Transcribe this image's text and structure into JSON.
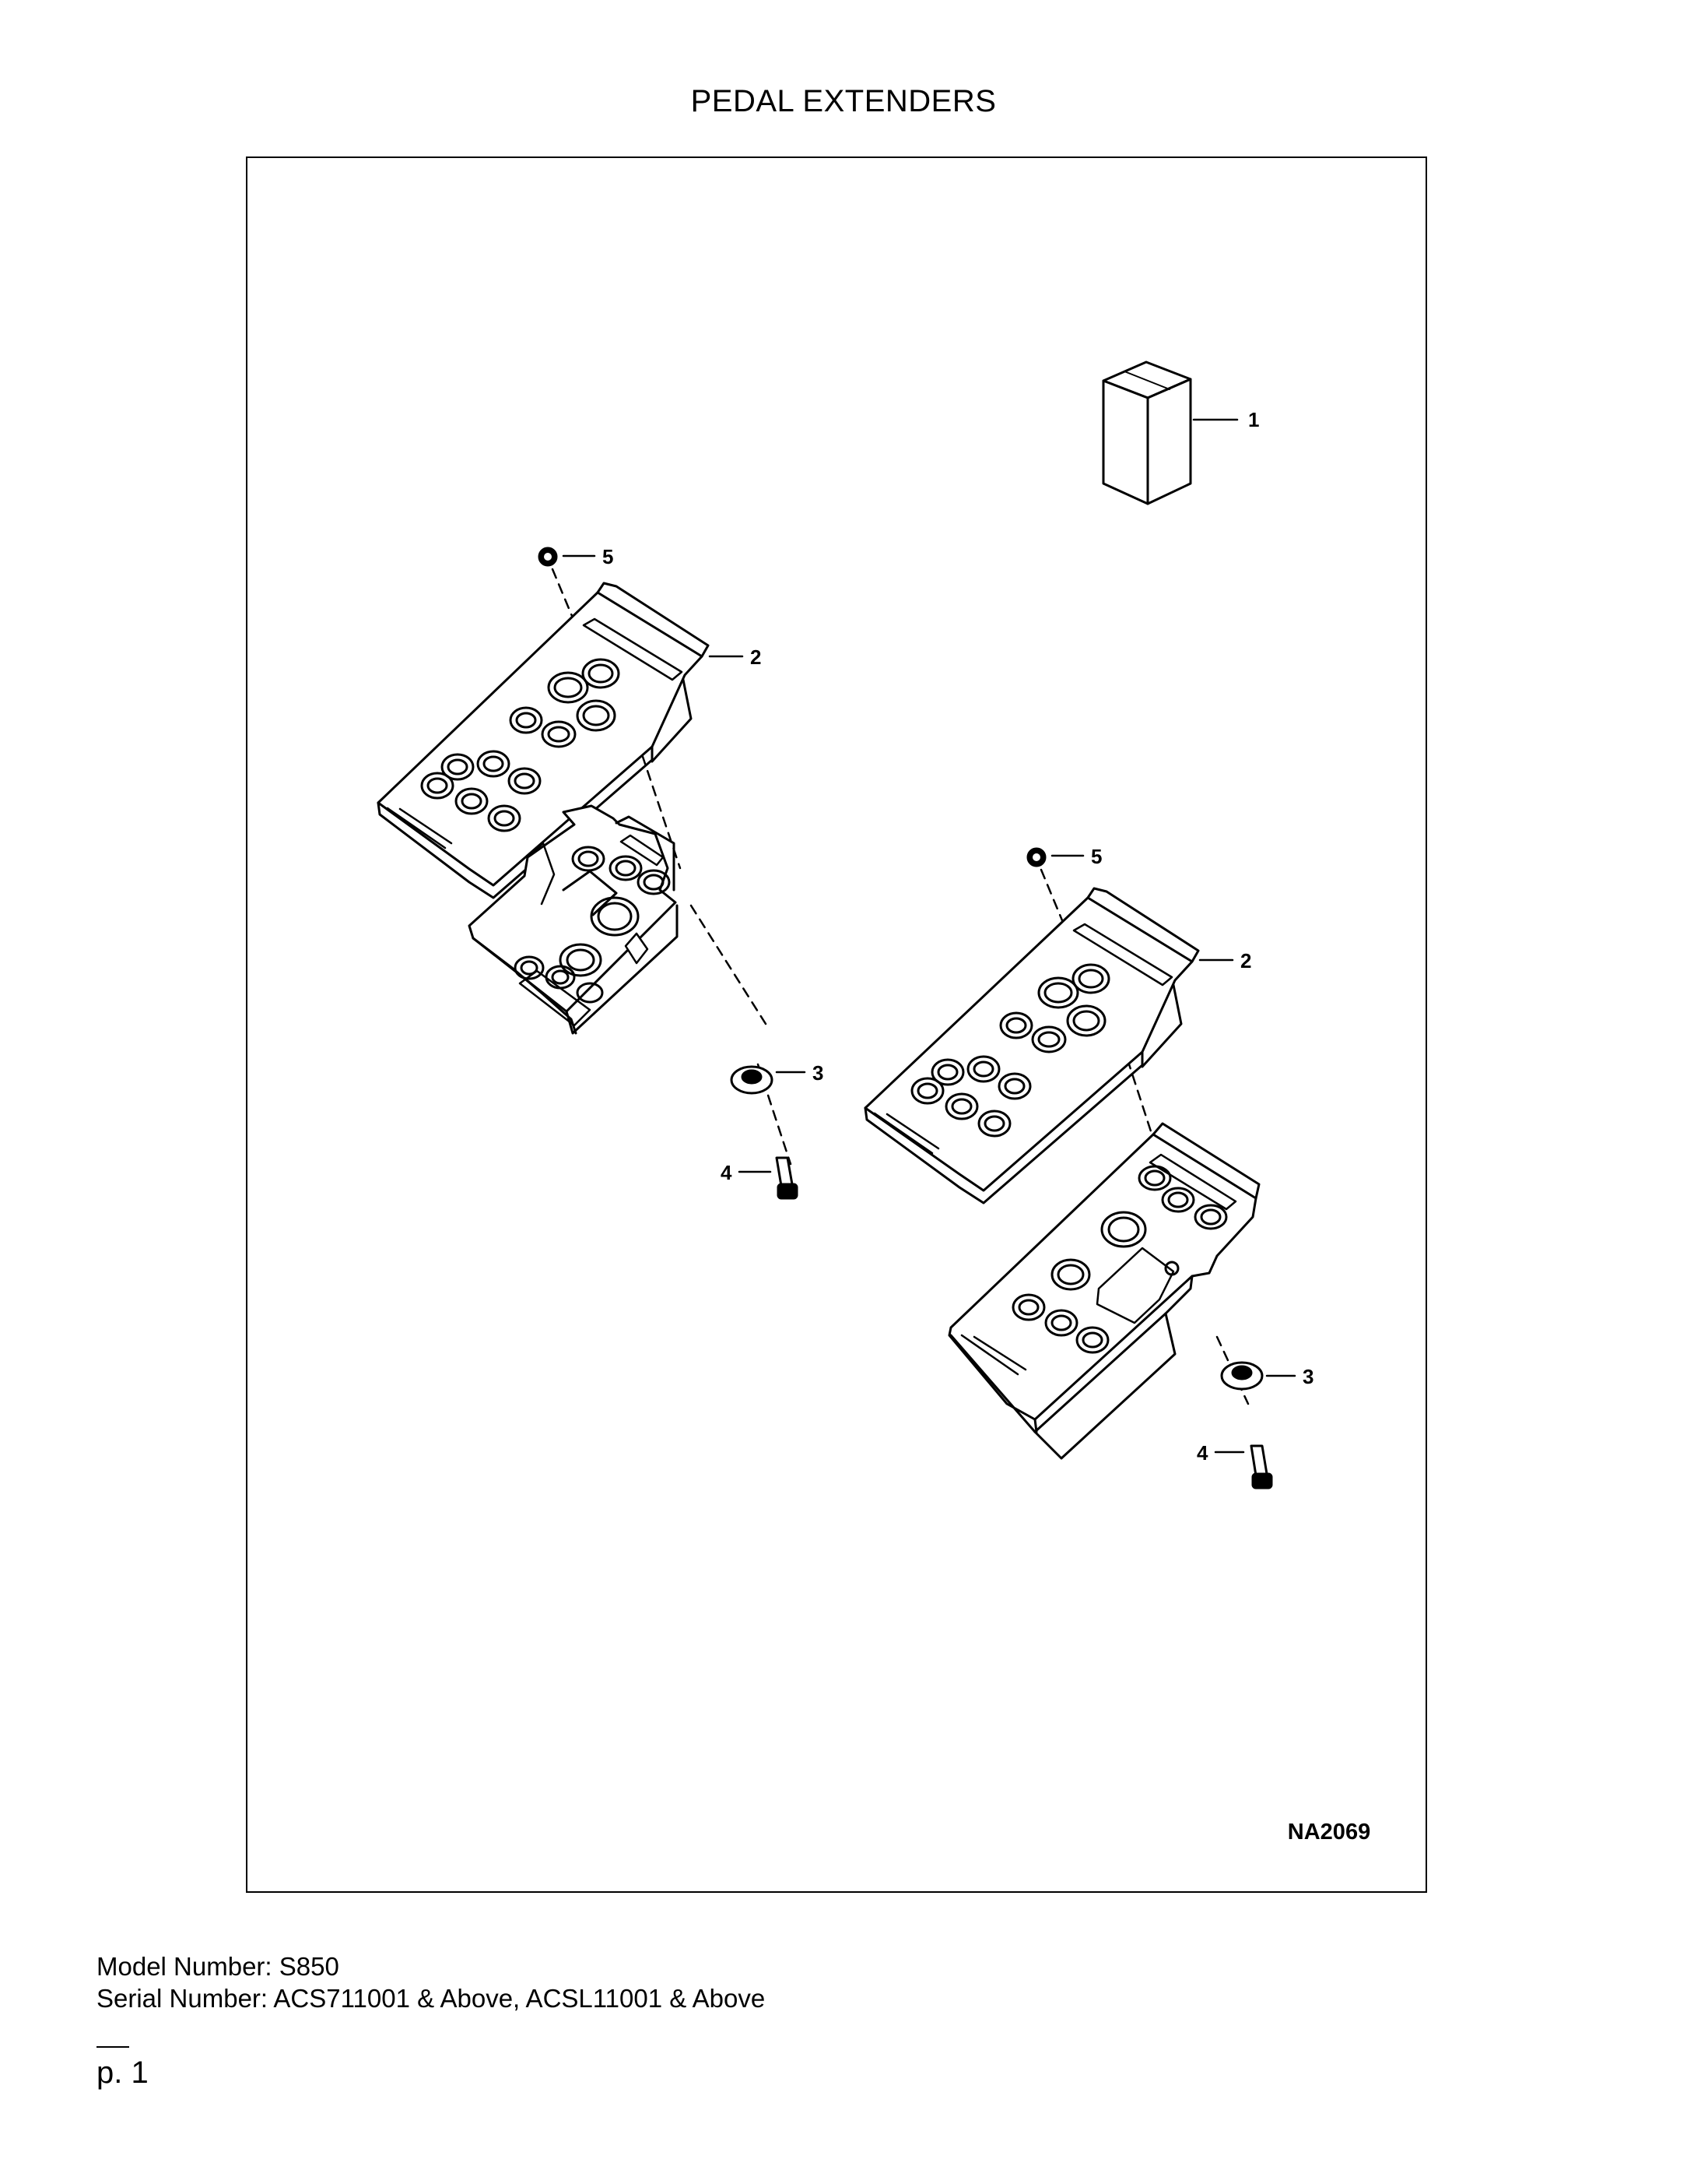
{
  "page_title": "PEDAL EXTENDERS",
  "figure": {
    "drawing_id": "NA2069",
    "callouts": {
      "c1": "1",
      "left_2": "2",
      "left_3": "3",
      "left_4": "4",
      "left_5": "5",
      "right_2": "2",
      "right_3": "3",
      "right_4": "4",
      "right_5": "5"
    }
  },
  "model_line": "Model Number: S850",
  "serial_line": "Serial Number: ACS711001 & Above, ACSL11001 & Above",
  "page_number": "p. 1"
}
